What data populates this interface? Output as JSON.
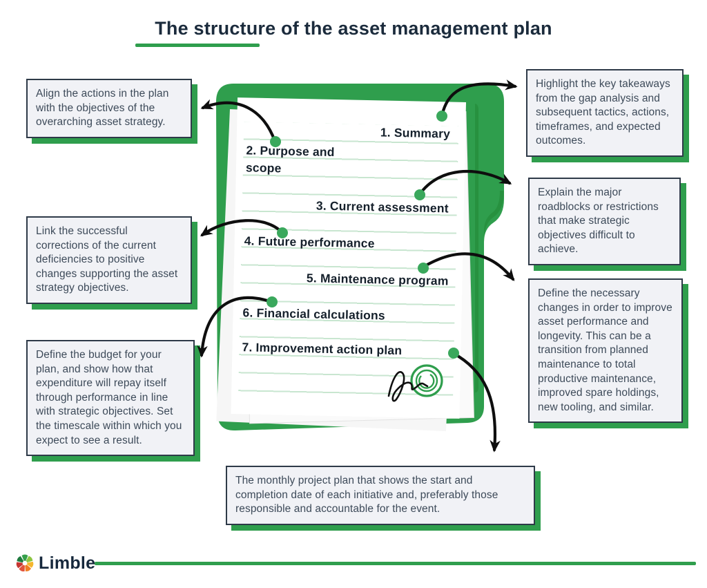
{
  "title": {
    "text": "The structure of the asset management plan"
  },
  "document": {
    "items": [
      {
        "label": "1. Summary"
      },
      {
        "label": "2. Purpose and scope"
      },
      {
        "label": "3. Current assessment"
      },
      {
        "label": "4. Future performance"
      },
      {
        "label": "5. Maintenance program"
      },
      {
        "label": "6. Financial calculations"
      },
      {
        "label": "7. Improvement action plan"
      }
    ]
  },
  "callouts": {
    "top_left": "Align the actions in the plan with the objectives of the overarching asset strategy.",
    "top_right": "Highlight the key takeaways from the gap analysis and subsequent tactics, actions, timeframes, and expected outcomes.",
    "mid_right": "Explain the major roadblocks or restrictions that make strategic objectives difficult to achieve.",
    "mid_left": "Link the successful corrections of the current deficiencies to positive changes supporting the asset strategy objectives.",
    "low_right": "Define the necessary changes in order to improve asset performance and longevity. This can be a transition from planned maintenance to total productive maintenance, improved spare holdings, new tooling, and similar.",
    "low_left": "Define the budget for your plan, and show how that expenditure will repay itself through performance in line with strategic objectives. Set the timescale within which you expect to see a result.",
    "bottom": "The monthly project plan that shows the start and completion date of each initiative and, preferably those responsible and accountable for the event."
  },
  "footer": {
    "brand": "Limble"
  },
  "colors": {
    "green": "#2f9e4d",
    "dark_green": "#27913f",
    "dot_green": "#3aa85c",
    "navy_title": "#1b2b3c",
    "body_text": "#3d4a59",
    "box_bg": "#f1f2f6",
    "box_border": "#2e3a48",
    "rule_line": "#c8e6d0",
    "arrow_black": "#0e0e0e"
  }
}
